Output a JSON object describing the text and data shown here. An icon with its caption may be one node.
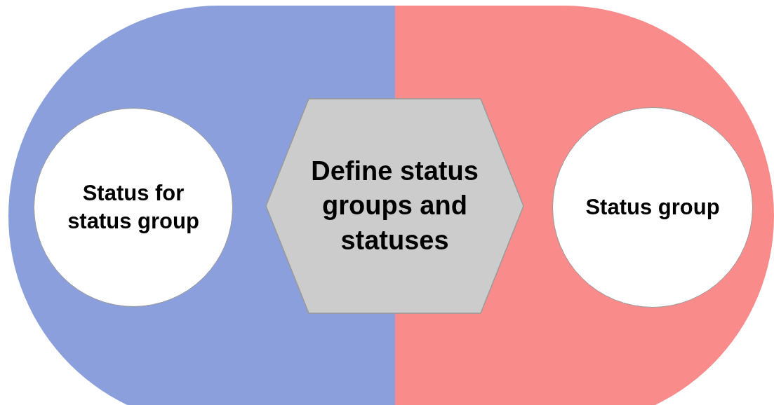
{
  "diagram": {
    "nodes": [
      {
        "text": [],
        "shape": "band"
      },
      {
        "text": [
          "Status for status group"
        ],
        "in": 0
      },
      {
        "text": [
          "Define status groups and statuses"
        ]
      },
      {
        "text": [],
        "shape": "band"
      },
      {
        "text": [
          "Status group"
        ],
        "in": 3
      }
    ]
  }
}
